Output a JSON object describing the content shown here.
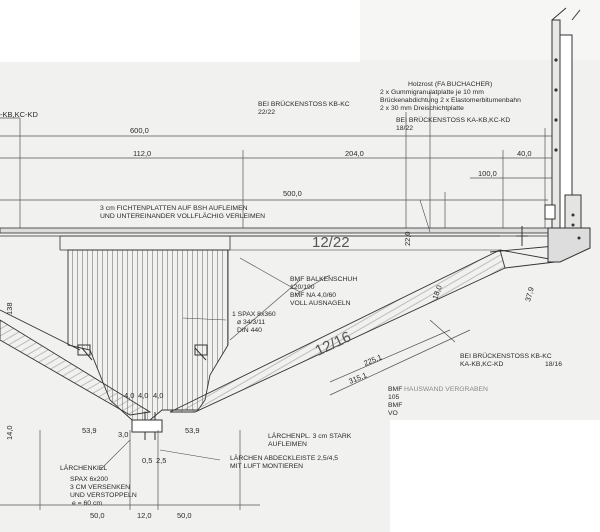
{
  "drawing": {
    "overall_dims": {
      "d600": "600,0",
      "d112": "112,0",
      "d204": "204,0",
      "d40": "40,0",
      "d100": "100,0",
      "d500": "500,0",
      "d22": "22,0",
      "d37": "37,9",
      "d18": "18,0",
      "d225": "225,1",
      "d315": "315,1",
      "d138": "138",
      "d14": "14,0",
      "d539a": "53,9",
      "d539b": "53,9",
      "d40a": "4,0",
      "d40b": "4,0",
      "d40c": "4,0",
      "d50a": "50,0",
      "d50b": "50,0",
      "d12": "12,0",
      "d30": "3,0",
      "d05": "0,5",
      "d25": "2,5"
    },
    "labels": {
      "kb_kc_kd": "-KB,KC-KD",
      "bruecke_top": "BEI BRÜCKENSTOSS KB-KC",
      "bruecke_top_n": "22/22",
      "holzrost_1": "Holzrost  (FA BUCHACHER)",
      "holzrost_2": "2 x Gummigranulatplatte je 10 mm",
      "holzrost_3": "Brückenabdichtung 2 x Elastomerbitumenbahn",
      "holzrost_4": "2 x 30 mm Dreischichtplatte",
      "bruecke_right": "BEI BRÜCKENSTOSS KA-KB,KC-KD",
      "bruecke_right_n": "18/22",
      "fichten_1": "3 cm FICHTENPLATTEN AUF BSH AUFLEIMEN",
      "fichten_2": "UND UNTEREINANDER VOLLFLÄCHIG VERLEIMEN",
      "beam_big": "12/22",
      "bmf_1": "BMF BALKENSCHUH",
      "bmf_2": "120/190",
      "bmf_3": "BMF NA 4,0/60",
      "bmf_4": "VOLL AUSNAGELN",
      "spax_1": "1 SPAX 8x360",
      "spax_2": "⌀ 34/3/11",
      "spax_3": "DIN 440",
      "diag_big": "12/16",
      "bruecke_bot_1": "BEI BRÜCKENSTOSS KB-KC",
      "bruecke_bot_2": "KA-KB,KC-KD",
      "bruecke_bot_n": "18/16",
      "bmf_small_1": "BMF",
      "bmf_small_2": "105",
      "bmf_small_3": "BMF",
      "bmf_small_4": "VO",
      "laerchenpl_1": "LÄRCHENPL. 3 cm STARK",
      "laerchenpl_2": "AUFLEIMEN",
      "laerchenkiel": "LÄRCHENKIEL",
      "spax2_1": "SPAX 6x200",
      "spax2_2": "3 CM VERSENKEN",
      "spax2_3": "UND VERSTOPPELN",
      "spax2_4": "e = 60 cm",
      "abdeck_1": "LÄRCHEN ABDECKLEISTE 2,5/4,5",
      "abdeck_2": "MIT LUFT MONTIEREN",
      "edge_text": "HAUSWAND VERGRABEN"
    }
  }
}
